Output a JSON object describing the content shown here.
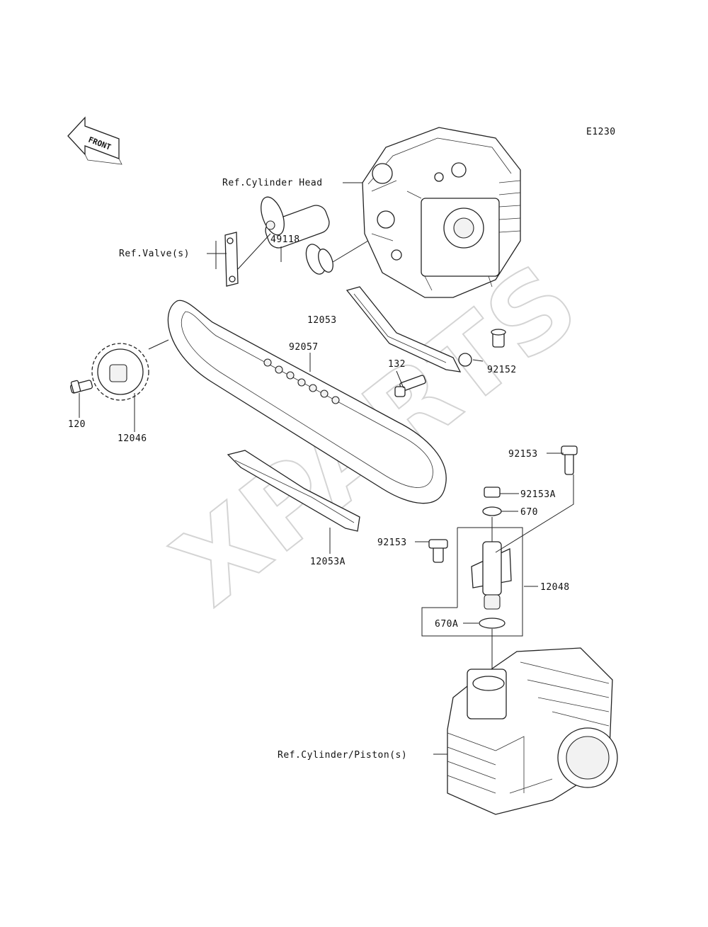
{
  "diagram_code": "E1230",
  "front_label": "FRONT",
  "watermark": "XPARTS",
  "labels": {
    "ref_cylinder_head": "Ref.Cylinder Head",
    "ref_valves": "Ref.Valve(s)",
    "p49118": "49118",
    "p12053": "12053",
    "p92057": "92057",
    "p132": "132",
    "p92152": "92152",
    "p120": "120",
    "p12046": "12046",
    "p92153_top": "92153",
    "p92153a": "92153A",
    "p670": "670",
    "p92153_left": "92153",
    "p12053a": "12053A",
    "p12048": "12048",
    "p670a": "670A",
    "ref_cylinder_piston": "Ref.Cylinder/Piston(s)"
  }
}
